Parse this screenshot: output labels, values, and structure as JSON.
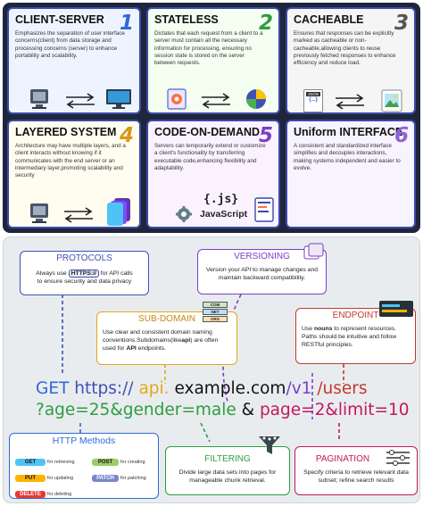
{
  "cards": [
    {
      "title": "CLIENT-SERVER",
      "num": "1",
      "num_color": "#2d6ad8",
      "desc": "Emphasizes the separation of user interface concerns(client) from data storage and processing concerns (server) to enhance portability and scalability."
    },
    {
      "title": "STATELESS",
      "num": "2",
      "num_color": "#2e9d3e",
      "desc": "Dictates that each request from a client to a server must contain all the necessary information for processing, ensuring no session state is stored on the server between requests."
    },
    {
      "title": "CACHEABLE",
      "num": "3",
      "num_color": "#555555",
      "desc": "Ensures that responses can be explicitly marked as cacheable or non-cacheable,allowing clients to reuse previously fetched responses to enhance efficiency and reduce load."
    },
    {
      "title": "LAYERED SYSTEM",
      "num": "4",
      "num_color": "#d59a17",
      "desc": "Architecture may have multiple layers, and a client interacts without knowing if it communicates with the end server or an intermediary layer,promoting scalability and security"
    },
    {
      "title": "CODE-ON-DEMAND",
      "num": "5",
      "num_color": "#7b3fc4",
      "desc": "Servers can temporarily extend or customize a client's functionality by transferring executable code,enhancing flexibility and adaptability."
    },
    {
      "title": "Uniform INTERFACE",
      "num": "6",
      "num_color": "#8e63d6",
      "desc": "A consistent and standardized interface simplifies and decouples interactions, making systems independent and easier to evolve."
    }
  ],
  "icons": {
    "code_js": "{.js}",
    "javascript": "JavaScript",
    "json": "JSON",
    "code": "{...}",
    "https_chip": "HTTPS://",
    "sub_1": "COM",
    "sub_2": "NET",
    "sub_3": "ORG"
  },
  "boxes": {
    "protocols": {
      "title": "PROTOCOLS",
      "pre": "Always use",
      "chip": "HTTPS://",
      "post": "for API calls",
      "line2": "to ensure security and data privacy"
    },
    "versioning": {
      "title": "VERSIONING",
      "text": "Version your API to manage changes and maintain backward compatibility."
    },
    "subdomain": {
      "title": "SUB-DOMAIN",
      "text1": "Use clear and consistent domain naming conventions.Subdomains(like",
      "bold1": "api",
      "text2": ") are often used for",
      "bold2": "API",
      "text3": "endpoints."
    },
    "endpoint": {
      "title": "ENDPOINT",
      "pre": "Use",
      "bold": "nouns",
      "post": "to represent resources. Paths should be intuitive and follow RESTful principles."
    },
    "methods": {
      "title": "HTTP Methods",
      "get": "GET",
      "get_desc": "for retrieving",
      "post": "POST",
      "post_desc": "for creating",
      "put": "PUT",
      "put_desc": "for updating",
      "patch": "PATCH",
      "patch_desc": "for patching",
      "delete": "DELETE",
      "delete_desc": "for deleting"
    },
    "filtering": {
      "title": "FILTERING",
      "text": "Divide large data sets into pages for manageable chunk retrieval."
    },
    "pagination": {
      "title": "PAGINATION",
      "text": "Specify criteria to retrieve relevant data subset; refine search results"
    }
  },
  "url": {
    "get": "GET",
    "https": "https://",
    "api": "api.",
    "domain": "example.com",
    "version": "/v1",
    "users": "/users",
    "query1": "?age=25&gender=male",
    "amp": "&",
    "query2": "page=2&limit=10"
  }
}
